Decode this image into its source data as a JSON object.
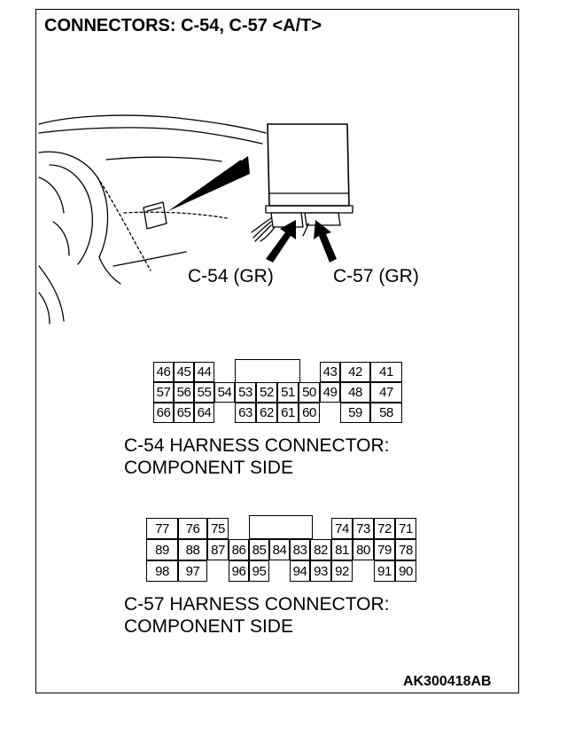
{
  "title": "CONNECTORS: C-54, C-57 <A/T>",
  "callouts": {
    "c54": "C-54 (GR)",
    "c57": "C-57 (GR)"
  },
  "connectors": [
    {
      "caption": [
        "C-54 HARNESS CONNECTOR:",
        "COMPONENT SIDE"
      ],
      "pins": {
        "row1": [
          "46",
          "45",
          "44",
          "43",
          "42",
          "41"
        ],
        "row2": [
          "57",
          "56",
          "55",
          "54",
          "53",
          "52",
          "51",
          "50",
          "49",
          "48",
          "47"
        ],
        "row3": [
          "66",
          "65",
          "64",
          "63",
          "62",
          "61",
          "60",
          "59",
          "58"
        ]
      }
    },
    {
      "caption": [
        "C-57 HARNESS CONNECTOR:",
        "COMPONENT SIDE"
      ],
      "pins": {
        "row1": [
          "77",
          "76",
          "75",
          "74",
          "73",
          "72",
          "71"
        ],
        "row2": [
          "89",
          "88",
          "87",
          "86",
          "85",
          "84",
          "83",
          "82",
          "81",
          "80",
          "79",
          "78"
        ],
        "row3": [
          "98",
          "97",
          "96",
          "95",
          "94",
          "93",
          "92",
          "91",
          "90"
        ]
      }
    }
  ],
  "figure_id": "AK300418AB"
}
